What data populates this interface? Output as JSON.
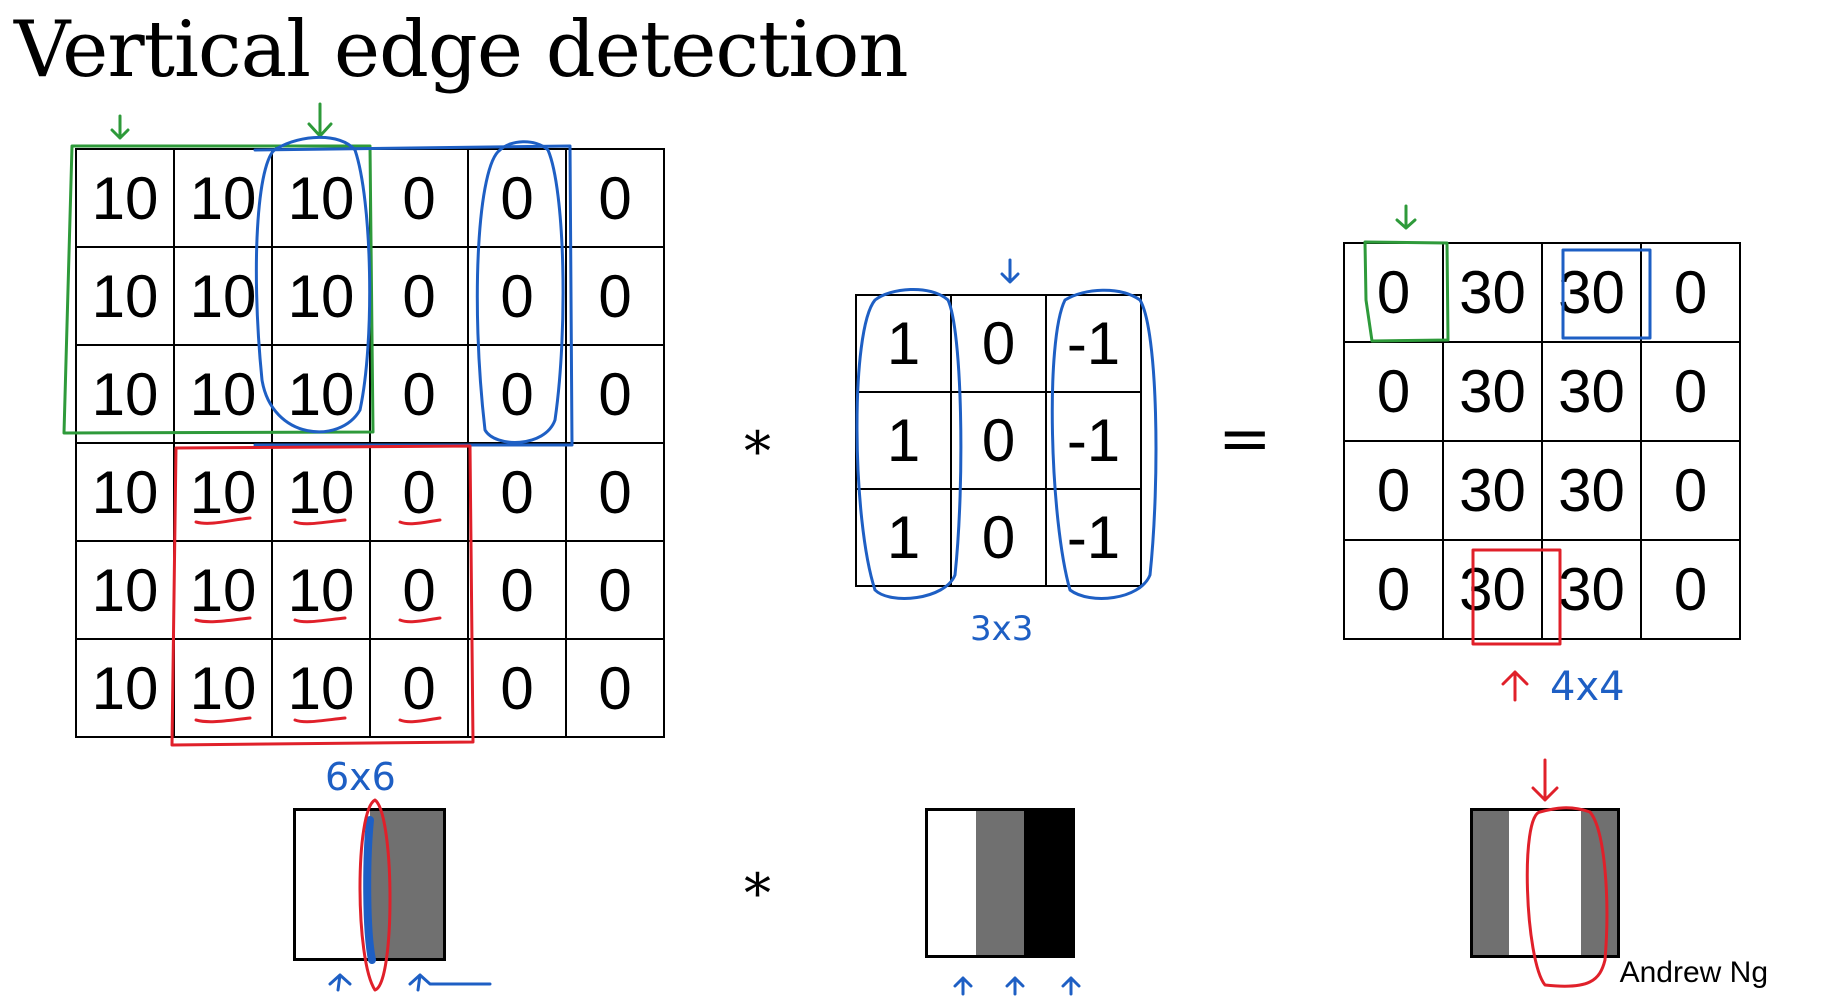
{
  "title": "Vertical edge detection",
  "input_matrix": [
    [
      "10",
      "10",
      "10",
      "0",
      "0",
      "0"
    ],
    [
      "10",
      "10",
      "10",
      "0",
      "0",
      "0"
    ],
    [
      "10",
      "10",
      "10",
      "0",
      "0",
      "0"
    ],
    [
      "10",
      "10",
      "10",
      "0",
      "0",
      "0"
    ],
    [
      "10",
      "10",
      "10",
      "0",
      "0",
      "0"
    ],
    [
      "10",
      "10",
      "10",
      "0",
      "0",
      "0"
    ]
  ],
  "filter_matrix": [
    [
      "1",
      "0",
      "-1"
    ],
    [
      "1",
      "0",
      "-1"
    ],
    [
      "1",
      "0",
      "-1"
    ]
  ],
  "output_matrix": [
    [
      "0",
      "30",
      "30",
      "0"
    ],
    [
      "0",
      "30",
      "30",
      "0"
    ],
    [
      "0",
      "30",
      "30",
      "0"
    ],
    [
      "0",
      "30",
      "30",
      "0"
    ]
  ],
  "operators": {
    "convolve": "*",
    "equals": "="
  },
  "annotations": {
    "input_size": "6x6",
    "filter_size": "3x3",
    "output_size": "4x4"
  },
  "images": {
    "input_columns": [
      {
        "color": "#ffffff",
        "fraction": 0.5
      },
      {
        "color": "#707070",
        "fraction": 0.5
      }
    ],
    "filter_columns": [
      {
        "color": "#ffffff",
        "fraction": 0.333
      },
      {
        "color": "#707070",
        "fraction": 0.333
      },
      {
        "color": "#000000",
        "fraction": 0.334
      }
    ],
    "output_columns": [
      {
        "color": "#707070",
        "fraction": 0.25
      },
      {
        "color": "#ffffff",
        "fraction": 0.5
      },
      {
        "color": "#707070",
        "fraction": 0.25
      }
    ]
  },
  "ink_colors": {
    "green": "#2e9a3a",
    "blue": "#1e5fc4",
    "red": "#e0202a"
  },
  "credit": "Andrew Ng"
}
